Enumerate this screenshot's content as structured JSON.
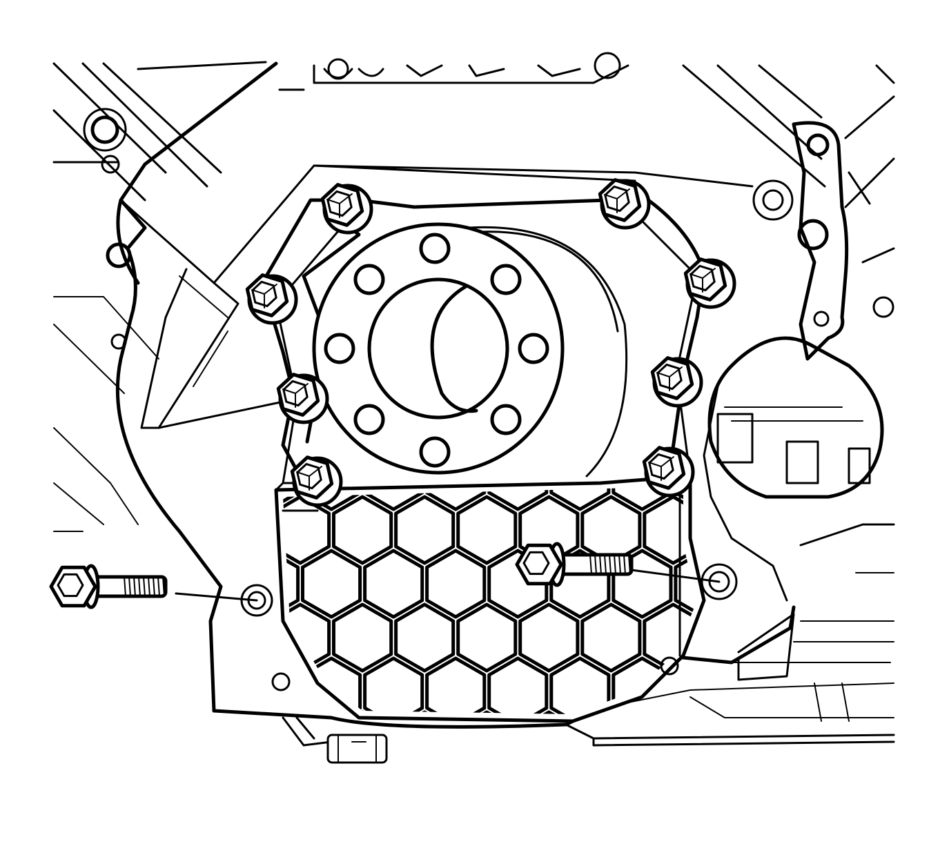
{
  "diagram": {
    "colors": {
      "line": "#000000",
      "fill": "#ffffff"
    },
    "flange_bolts": [
      {
        "id": "upper-left-1"
      },
      {
        "id": "upper-left-2"
      },
      {
        "id": "left-middle"
      },
      {
        "id": "left-lower"
      },
      {
        "id": "upper-right-1"
      },
      {
        "id": "upper-right-2"
      },
      {
        "id": "right-middle"
      },
      {
        "id": "right-lower"
      }
    ],
    "removed_bolts": [
      {
        "id": "left-oil-pan-bolt"
      },
      {
        "id": "right-oil-pan-bolt"
      }
    ]
  }
}
